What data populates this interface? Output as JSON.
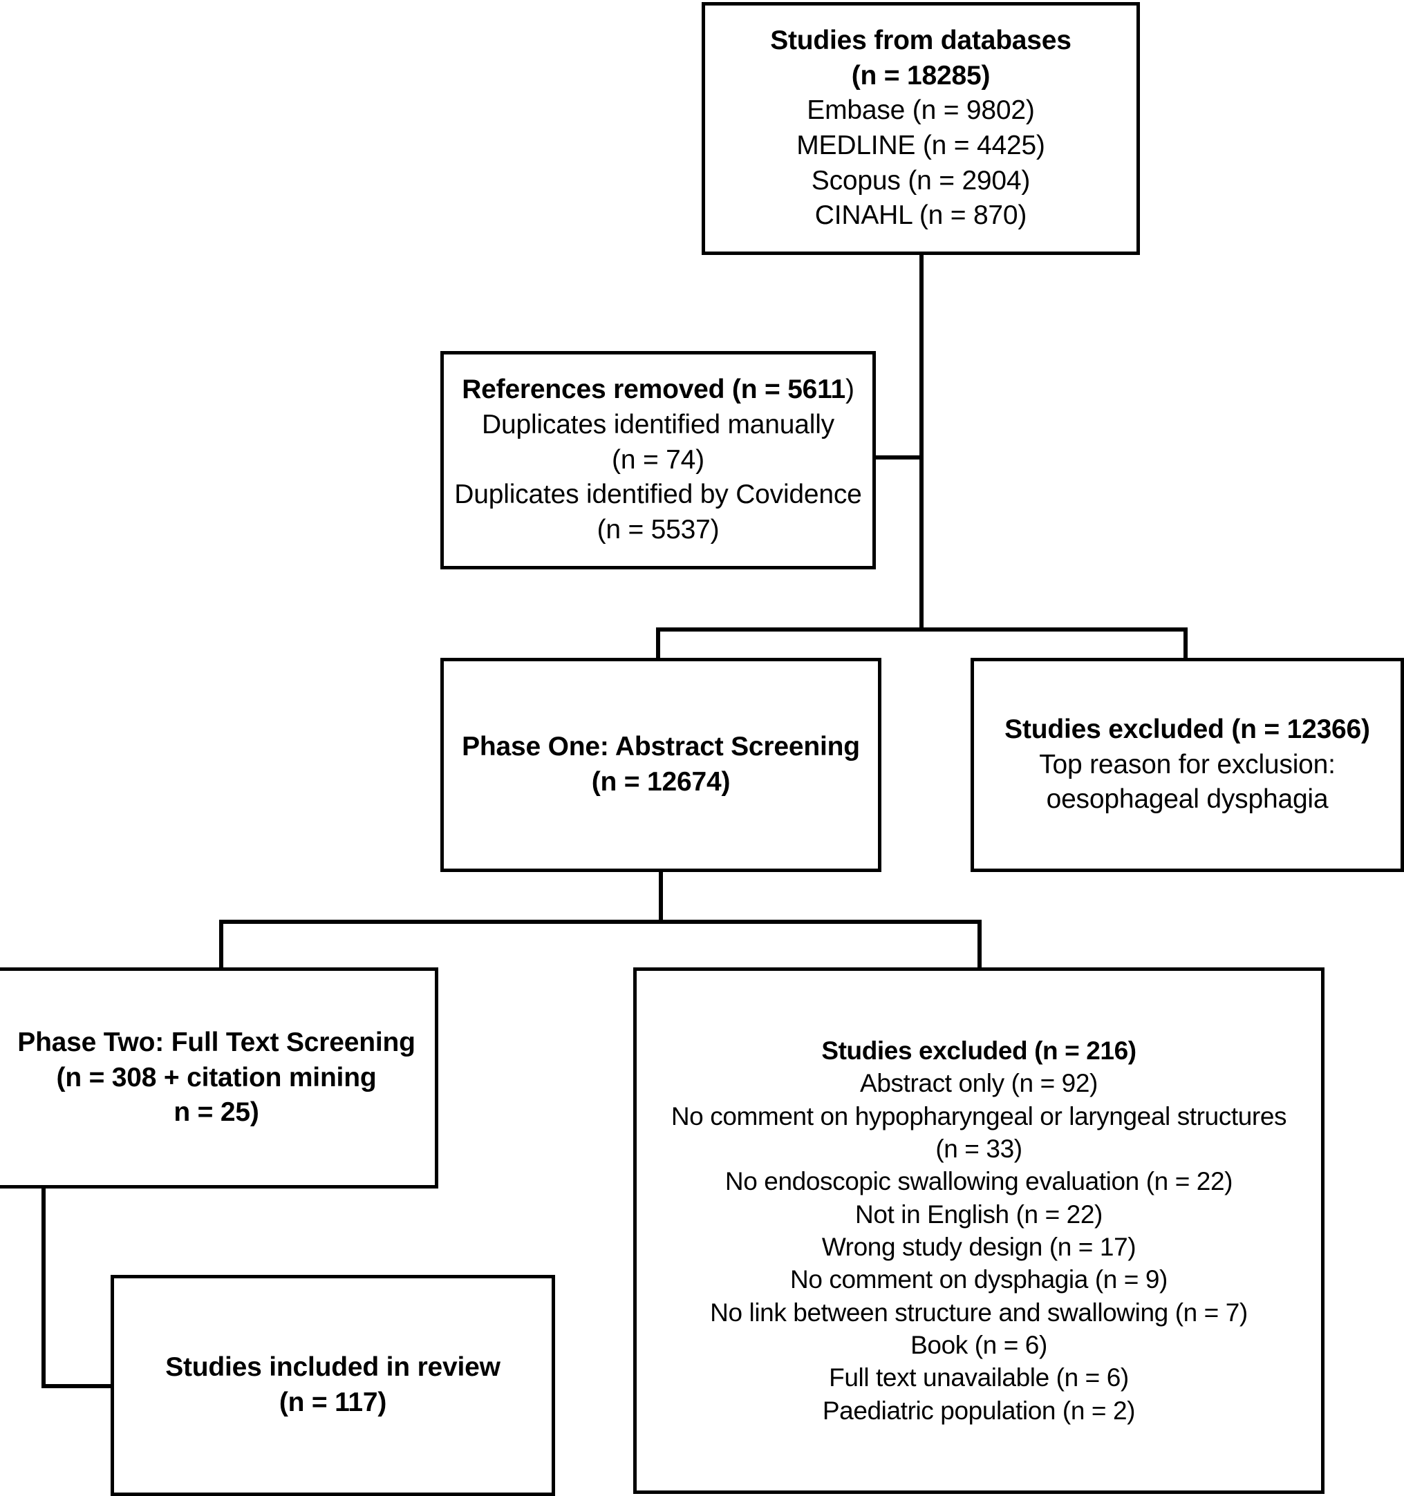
{
  "diagram": {
    "type": "prisma-flow-diagram",
    "title": "PRISMA study selection flow diagram",
    "accent_color": "#000000",
    "background_color": "#ffffff"
  },
  "boxes": {
    "databases": {
      "name": "studies-from-databases",
      "heading_line_1": "Studies from databases",
      "heading_line_2": "(n = 18285)",
      "sources": [
        "Embase (n = 9802)",
        "MEDLINE (n = 4425)",
        "Scopus (n = 2904)",
        "CINAHL (n = 870)"
      ]
    },
    "references_removed": {
      "name": "references-removed",
      "heading_bold": "References removed (n = 5611",
      "heading_tail": ")",
      "lines": [
        "Duplicates identified manually",
        "(n = 74)",
        "Duplicates identified by Covidence",
        "(n = 5537)"
      ]
    },
    "phase_one": {
      "name": "phase-one-abstract-screening",
      "heading_line_1": "Phase One: Abstract Screening",
      "heading_line_2": "(n = 12674)"
    },
    "excluded_phase_one": {
      "name": "studies-excluded-phase-one",
      "heading": "Studies excluded (n = 12366)",
      "lines": [
        "Top reason for exclusion:",
        "oesophageal dysphagia"
      ]
    },
    "phase_two": {
      "name": "phase-two-full-text-screening",
      "heading_line_1": "Phase Two: Full Text Screening",
      "heading_line_2": "(n = 308 + citation mining",
      "heading_line_3": "n = 25)"
    },
    "excluded_phase_two": {
      "name": "studies-excluded-phase-two",
      "heading": "Studies excluded (n = 216)",
      "reasons": [
        "Abstract only (n = 92)",
        "No comment on hypopharyngeal or laryngeal structures",
        "(n = 33)",
        "No endoscopic swallowing evaluation (n = 22)",
        "Not in English (n = 22)",
        "Wrong study design (n = 17)",
        "No comment on dysphagia (n = 9)",
        "No link between structure and swallowing (n = 7)",
        "Book (n = 6)",
        "Full text unavailable (n = 6)",
        "Paediatric population (n = 2)"
      ]
    },
    "included": {
      "name": "studies-included-in-review",
      "heading_line_1": "Studies included in review",
      "heading_line_2": "(n = 117)"
    }
  }
}
